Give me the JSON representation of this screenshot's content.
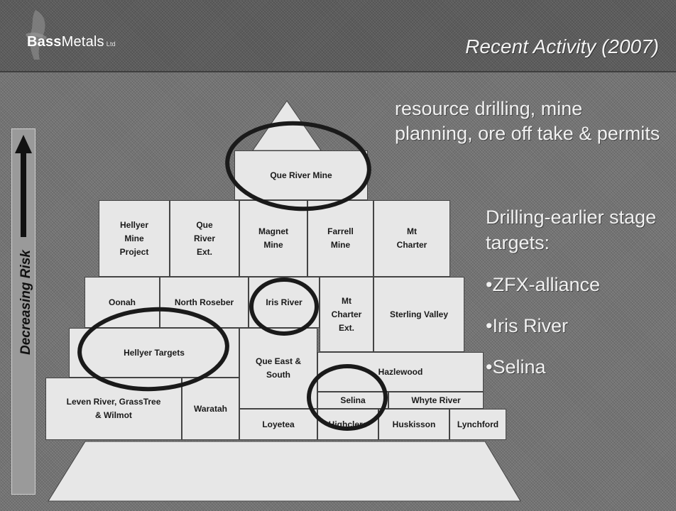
{
  "header": {
    "logo_bold": "Bass",
    "logo_rest": "Metals",
    "logo_suffix": "Ltd",
    "title": "Recent Activity (2007)"
  },
  "side": {
    "risk_label": "Decreasing Risk"
  },
  "text": {
    "top_note": "resource drilling, mine planning, ore off take & permits",
    "drilling_heading": "Drilling-earlier stage targets:",
    "bullets": [
      "•ZFX-alliance",
      "•Iris River",
      "•Selina"
    ]
  },
  "pyramid": {
    "que_river_mine": "Que River Mine",
    "hellyer_mine_project": "Hellyer\nMine\nProject",
    "que_river_ext": "Que\nRiver\nExt.",
    "magnet_mine": "Magnet\nMine",
    "farrell_mine": "Farrell\nMine",
    "mt_charter": "Mt\nCharter",
    "oonah": "Oonah",
    "north_rosebery": "North Roseber",
    "iris_river": "Iris River",
    "mt_charter_ext": "Mt\nCharter\nExt.",
    "sterling_valley": "Sterling Valley",
    "hellyer_targets": "Hellyer Targets",
    "que_east_south": "Que East &\nSouth",
    "hazlewood": "Hazlewood",
    "leven_river": "Leven River, GrassTree\n& Wilmot",
    "waratah": "Waratah",
    "loyetea": "Loyetea",
    "selina": "Selina",
    "whyte_river": "Whyte River",
    "highclere": "Highclere",
    "huskisson": "Huskisson",
    "lynchford": "Lynchford"
  },
  "colors": {
    "box_fill": "#e7e7e7",
    "box_border": "#444444",
    "ring": "#1a1a1a",
    "text_light": "#f1f1f1"
  }
}
